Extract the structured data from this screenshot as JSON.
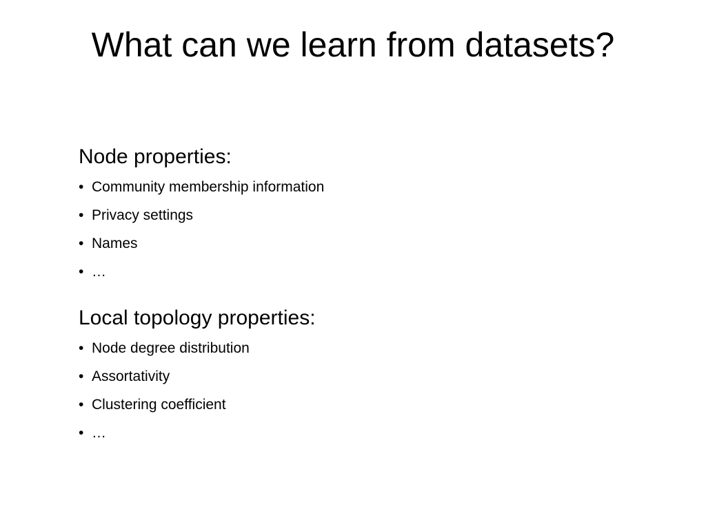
{
  "slide": {
    "title": "What can we learn from datasets?",
    "sections": [
      {
        "heading": "Node properties:",
        "items": [
          "Community membership information",
          "Privacy settings",
          "Names",
          "…"
        ]
      },
      {
        "heading": "Local topology properties:",
        "items": [
          "Node degree distribution",
          "Assortativity",
          "Clustering coefficient",
          "…"
        ]
      }
    ],
    "bullet_glyph": "•"
  }
}
